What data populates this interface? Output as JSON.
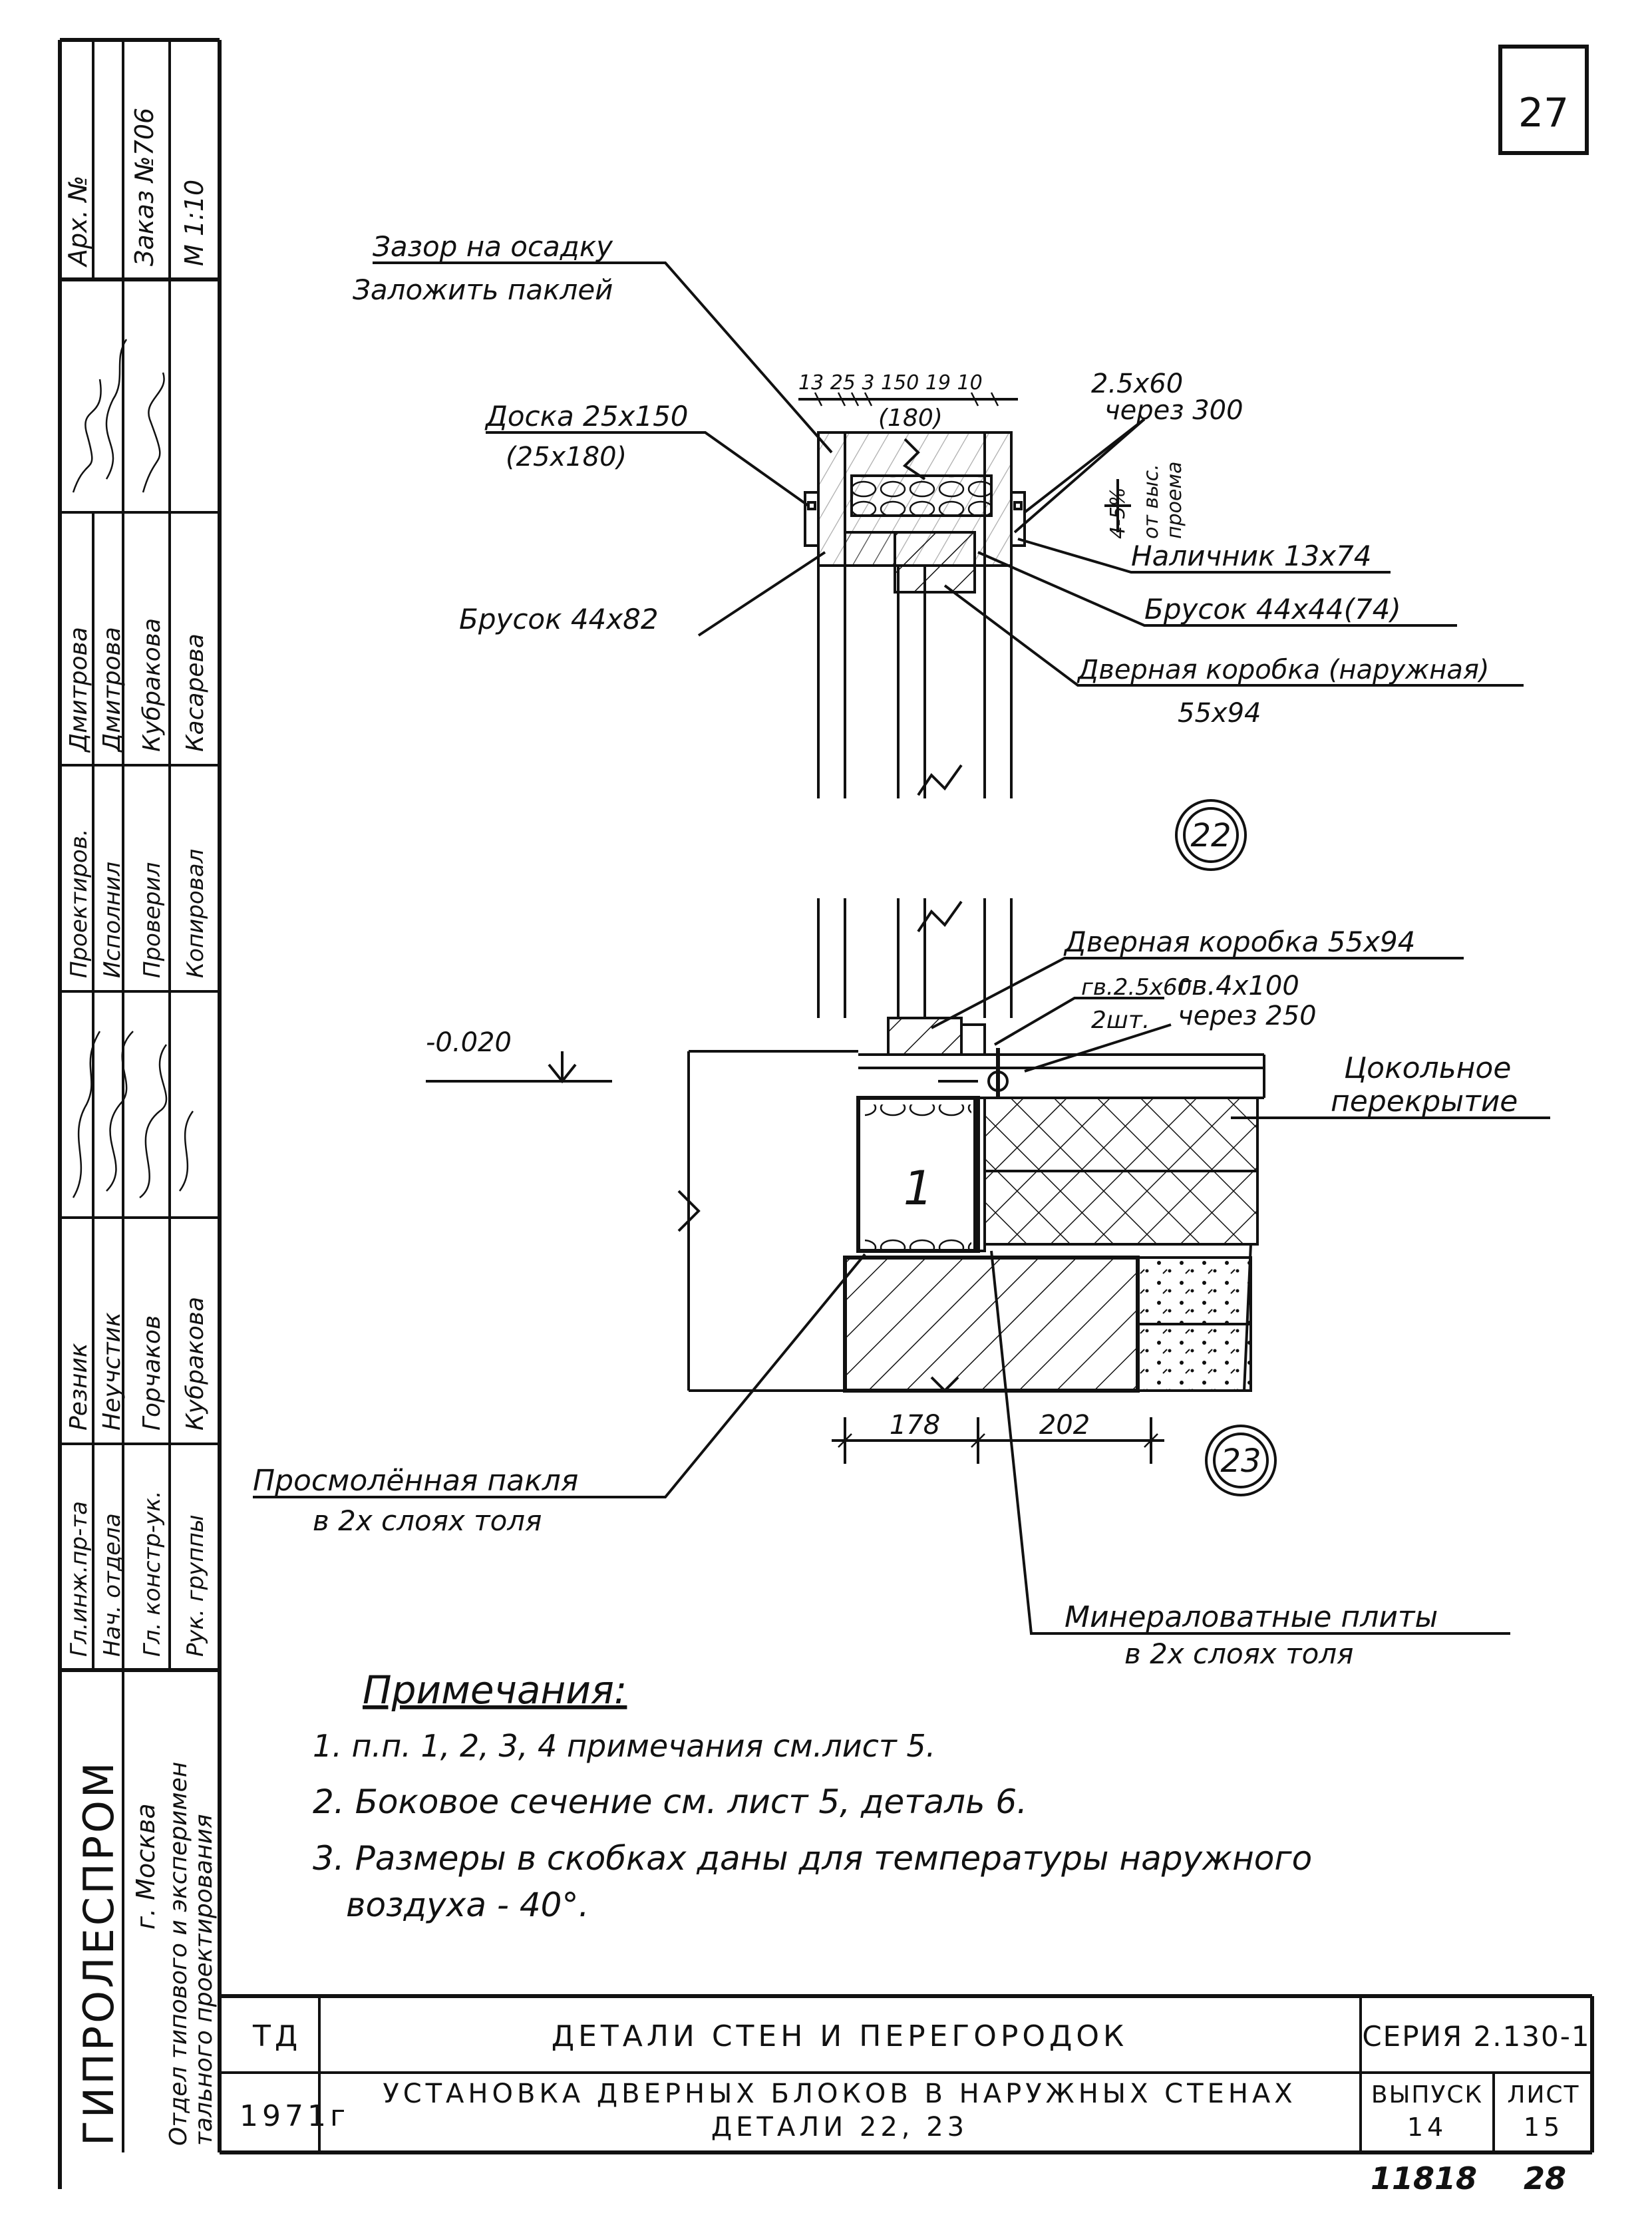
{
  "sheet": {
    "number": "27",
    "bottom_code": "11818",
    "bottom_page": "28"
  },
  "left_stamp": {
    "organization": "ГИПРОЛЕСПРОМ",
    "city": "г. Москва",
    "department_line1": "Отдел типового и эксперимен",
    "department_line2": "тального проектирования",
    "archive_no": "Арх. №",
    "order": "Заказ №706",
    "scale": "М 1:10",
    "roles": [
      "Гл.инж.пр-та",
      "Нач. отдела",
      "Гл. констр-ук.",
      "Рук. группы",
      "Проектиров.",
      "Исполнил",
      "Проверил",
      "Копировал"
    ],
    "names": [
      "Резник",
      "Неучстик",
      "Горчаков",
      "Кубракова",
      "Дмитрова",
      "Дмитрова",
      "Кубракова",
      "Касарева"
    ]
  },
  "detail22": {
    "number": "22",
    "gap_label_line1": "Зазор на осадку",
    "gap_label_line2": "Заложить паклей",
    "dims_top": "13 25 3   150   19 10",
    "dims_paren": "(180)",
    "board_line1": "Доска 25х150",
    "board_line2": "(25х180)",
    "nail_line1": "2.5х60",
    "nail_line2": "через 300",
    "slope_line1": "4-5%",
    "slope_line2": "от выс.",
    "slope_line3": "проема",
    "trim": "Наличник 13х74",
    "bar_right": "Брусок 44х44(74)",
    "bar_left": "Брусок 44х82",
    "frame_line1": "Дверная коробка (наружная)",
    "frame_line2": "55х94"
  },
  "detail23": {
    "number": "23",
    "level": "-0.020",
    "frame": "Дверная коробка 55х94",
    "nail1_line1": "гв.2.5х60",
    "nail1_line2": "2шт.",
    "nail2_line1": "гв.4х100",
    "nail2_line2": "через 250",
    "floor_line1": "Цокольное",
    "floor_line2": "перекрытие",
    "beam_number": "1",
    "dim_left": "178",
    "dim_right": "202",
    "tow_line1": "Просмолённая пакля",
    "tow_line2": "в 2х слоях толя",
    "wool_line1": "Минераловатные плиты",
    "wool_line2": "в 2х слоях толя"
  },
  "notes": {
    "heading": "Примечания:",
    "items": [
      "1. п.п. 1, 2, 3, 4 примечания см.лист 5.",
      "2. Боковое сечение см. лист 5, деталь 6.",
      "3. Размеры в скобках даны для температуры наружного",
      "воздуха - 40°."
    ]
  },
  "title_block": {
    "code": "ТД",
    "year": "1971г",
    "title": "ДЕТАЛИ СТЕН И ПЕРЕГОРОДОК",
    "subtitle_line1": "УСТАНОВКА ДВЕРНЫХ БЛОКОВ В НАРУЖНЫХ СТЕНАХ",
    "subtitle_line2": "ДЕТАЛИ 22, 23",
    "series": "СЕРИЯ 2.130-1",
    "issue_label": "ВЫПУСК",
    "issue": "14",
    "sheet_label": "ЛИСТ",
    "sheet": "15"
  }
}
